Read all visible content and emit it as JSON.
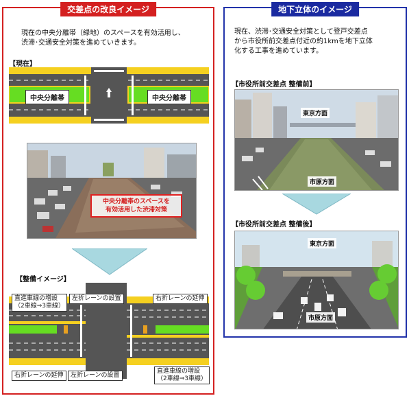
{
  "left": {
    "title": "交差点の改良イメージ",
    "desc_line1": "現在の中央分離帯（緑地）のスペースを有効活用し、",
    "desc_line2": "渋滞･交通安全対策を進めていきます。",
    "current_label": "【現在】",
    "median_left": "中央分離帯",
    "median_right": "中央分離帯",
    "callout_line1": "中央分離帯のスペースを",
    "callout_line2": "有効活用した渋滞対策",
    "plan_label": "【整備イメージ】",
    "lbl_straight_top_1": "直進車線の増設",
    "lbl_straight_top_2": "（2車線⇒3車線）",
    "lbl_left_turn_top": "左折レーンの設置",
    "lbl_right_ext_top": "右折レーンの延伸",
    "lbl_right_ext_bottom": "右折レーンの延伸",
    "lbl_left_turn_bottom": "左折レーンの設置",
    "lbl_straight_bottom_1": "直進車線の増設",
    "lbl_straight_bottom_2": "（2車線⇒3車線）"
  },
  "right": {
    "title": "地下立体のイメージ",
    "desc_line1": "現在、渋滞･交通安全対策として登戸交差点",
    "desc_line2": "から市役所前交差点付近の約1kmを地下立体",
    "desc_line3": "化する工事を進めています。",
    "before_label": "【市役所前交差点 整備前】",
    "after_label": "【市役所前交差点 整備後】",
    "before_dir_top": "東京方面",
    "before_dir_bottom": "市原方面",
    "after_dir_top": "東京方面",
    "after_dir_bottom": "市原方面"
  },
  "colors": {
    "left_accent": "#d42020",
    "right_accent": "#1a2aa0",
    "median_green": "#66dd22",
    "road_gray": "#555555",
    "sidewalk_yellow": "#f5d020",
    "arrow_teal": "#a8d8e0"
  }
}
